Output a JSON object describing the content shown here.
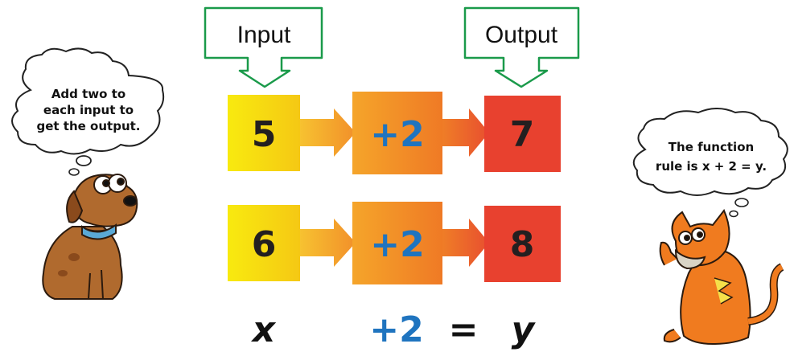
{
  "labels": {
    "input": "Input",
    "output": "Output"
  },
  "rows": [
    {
      "input": "5",
      "operation": "+2",
      "output": "7"
    },
    {
      "input": "6",
      "operation": "+2",
      "output": "8"
    }
  ],
  "equation": {
    "variable_x": "x",
    "operation": "+2",
    "equals": "=",
    "variable_y": "y"
  },
  "dog_thought": {
    "line1": "Add two to",
    "line2": "each input to",
    "line3": "get the output."
  },
  "cat_thought": {
    "line1": "The function",
    "line2": "rule is x + 2 = y."
  },
  "colors": {
    "label_border": "#1a9a4a",
    "input_box": "#f5d80a",
    "operation_box": "#f28b25",
    "output_box": "#e8412f",
    "operation_text": "#1f74bf",
    "dog_body": "#b06a2e",
    "dog_collar": "#5aa9d6",
    "cat_body": "#f07b1f"
  },
  "icons": [
    "dog-character-icon",
    "cat-character-icon",
    "thought-bubble-icon"
  ]
}
